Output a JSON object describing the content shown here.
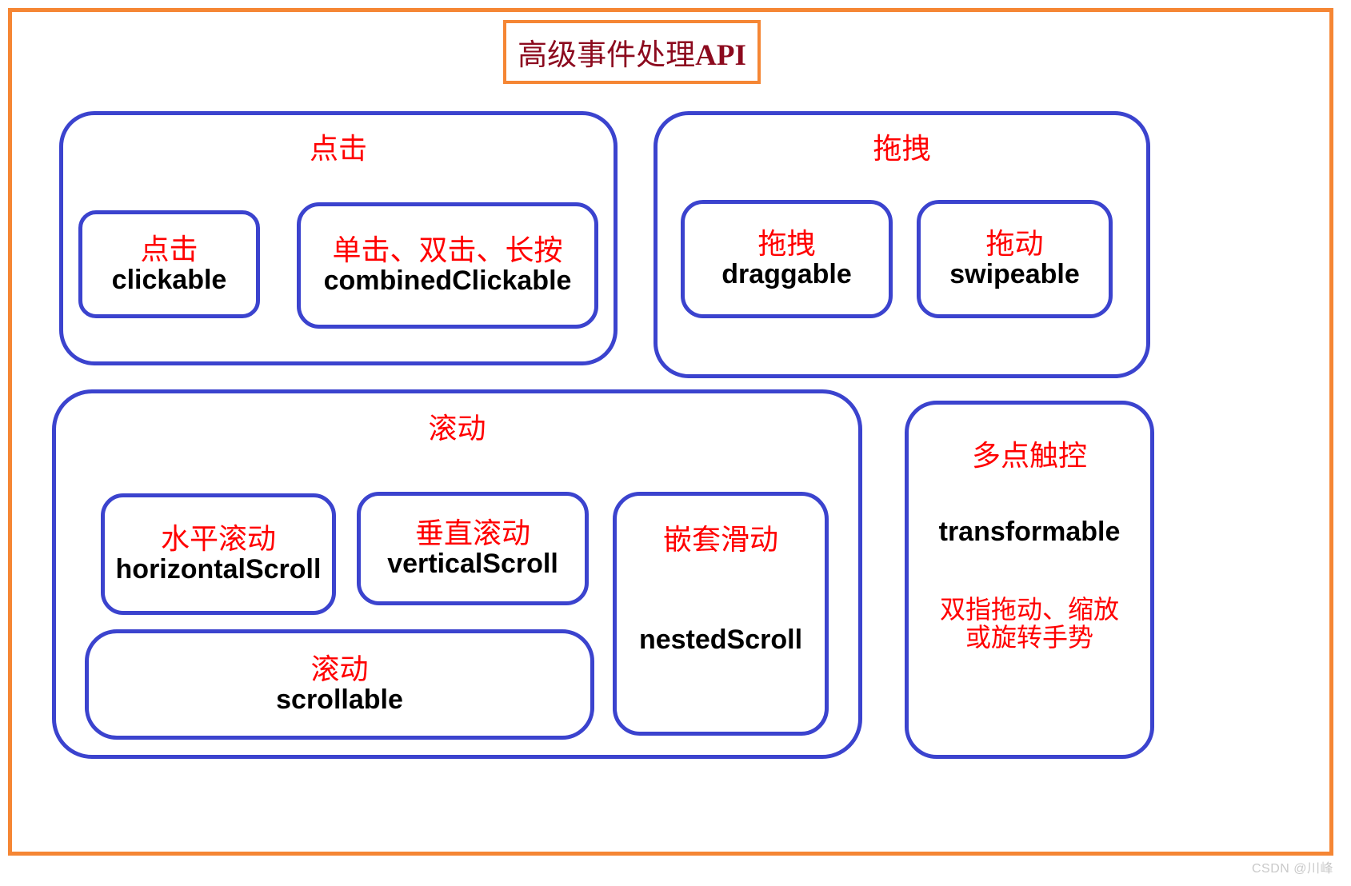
{
  "title": {
    "text_cn": "高级事件处理",
    "text_api": "API",
    "border_color": "#F58634",
    "text_color": "#8C0A1E"
  },
  "colors": {
    "frame_orange": "#F58634",
    "group_blue": "#3B43CE",
    "label_red": "#FF0000",
    "label_black": "#000000",
    "watermark_gray": "#C9C9C9",
    "background": "#FFFFFF"
  },
  "groups": [
    {
      "id": "click",
      "title": "点击",
      "items": [
        {
          "id": "clickable",
          "cn": "点击",
          "en": "clickable"
        },
        {
          "id": "combined-clickable",
          "cn": "单击、双击、长按",
          "en": "combinedClickable"
        }
      ]
    },
    {
      "id": "drag",
      "title": "拖拽",
      "items": [
        {
          "id": "draggable",
          "cn": "拖拽",
          "en": "draggable"
        },
        {
          "id": "swipeable",
          "cn": "拖动",
          "en": "swipeable"
        }
      ]
    },
    {
      "id": "scroll",
      "title": "滚动",
      "items": [
        {
          "id": "horizontal-scroll",
          "cn": "水平滚动",
          "en": "horizontalScroll"
        },
        {
          "id": "vertical-scroll",
          "cn": "垂直滚动",
          "en": "verticalScroll"
        },
        {
          "id": "nested-scroll",
          "cn": "嵌套滑动",
          "en": "nestedScroll"
        },
        {
          "id": "scrollable",
          "cn": "滚动",
          "en": "scrollable"
        }
      ]
    },
    {
      "id": "multitouch",
      "title": "多点触控",
      "items": [
        {
          "id": "transformable",
          "en": "transformable",
          "note_line1": "双指拖动、缩放",
          "note_line2": "或旋转手势"
        }
      ]
    }
  ],
  "watermark": "CSDN @川峰"
}
